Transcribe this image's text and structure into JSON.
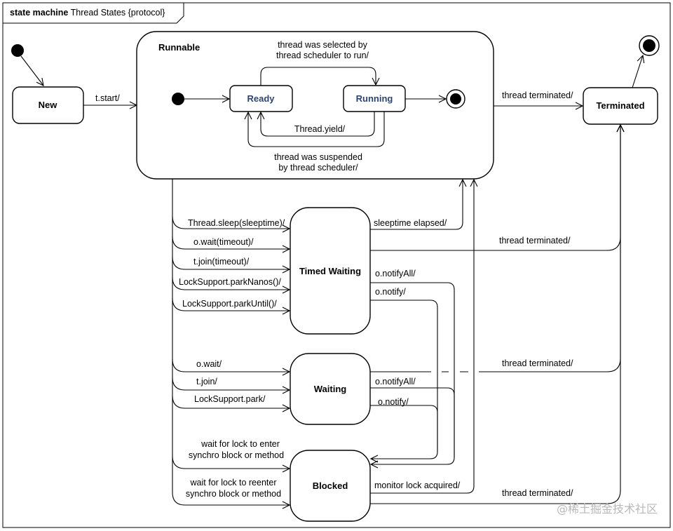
{
  "frame": {
    "keyword": "state machine",
    "name": "Thread States {protocol}"
  },
  "states": {
    "new": "New",
    "runnable": "Runnable",
    "ready": "Ready",
    "running": "Running",
    "terminated": "Terminated",
    "timed_waiting": "Timed Waiting",
    "waiting": "Waiting",
    "blocked": "Blocked"
  },
  "transitions": {
    "t_start": "t.start/",
    "selected_1": "thread was selected by",
    "selected_2": "thread scheduler to run/",
    "yield": "Thread.yield/",
    "suspended_1": "thread was suspended",
    "suspended_2": "by thread scheduler/",
    "runnable_terminated": "thread terminated/",
    "sleep": "Thread.sleep(sleeptime)/",
    "wait_timeout": "o.wait(timeout)/",
    "join_timeout": "t.join(timeout)/",
    "park_nanos": "LockSupport.parkNanos()/",
    "park_until": "LockSupport.parkUntil()/",
    "sleep_elapsed": "sleeptime elapsed/",
    "tw_terminated": "thread terminated/",
    "tw_notify_all": "o.notifyAll/",
    "tw_notify": "o.notify/",
    "wait": "o.wait/",
    "join": "t.join/",
    "park": "LockSupport.park/",
    "w_terminated": "thread terminated/",
    "w_notify_all": "o.notifyAll/",
    "w_notify": "o.notify/",
    "lock_enter_1": "wait for lock to enter",
    "lock_enter_2": "synchro block or method",
    "lock_reenter_1": "wait for lock to reenter",
    "lock_reenter_2": "synchro block or method",
    "lock_acquired": "monitor lock acquired/",
    "b_terminated": "thread terminated/"
  },
  "watermark": "@稀土掘金技术社区"
}
